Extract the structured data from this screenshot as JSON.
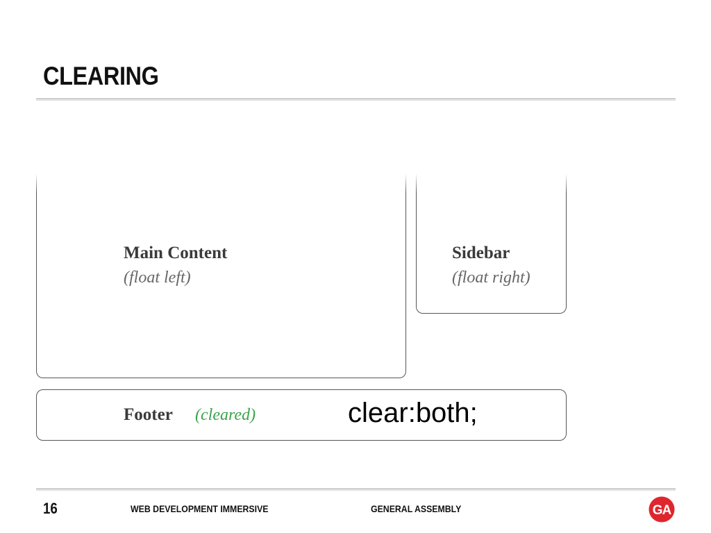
{
  "slide": {
    "title": "CLEARING",
    "number": "16",
    "course": "WEB DEVELOPMENT IMMERSIVE",
    "organization": "GENERAL ASSEMBLY",
    "logo_text": "GA",
    "logo_color": "#e0262d"
  },
  "diagram": {
    "main": {
      "label": "Main Content",
      "note": "(float left)"
    },
    "sidebar": {
      "label": "Sidebar",
      "note": "(float right)"
    },
    "footer": {
      "label": "Footer",
      "note": "(cleared)",
      "code": "clear:both;"
    }
  }
}
